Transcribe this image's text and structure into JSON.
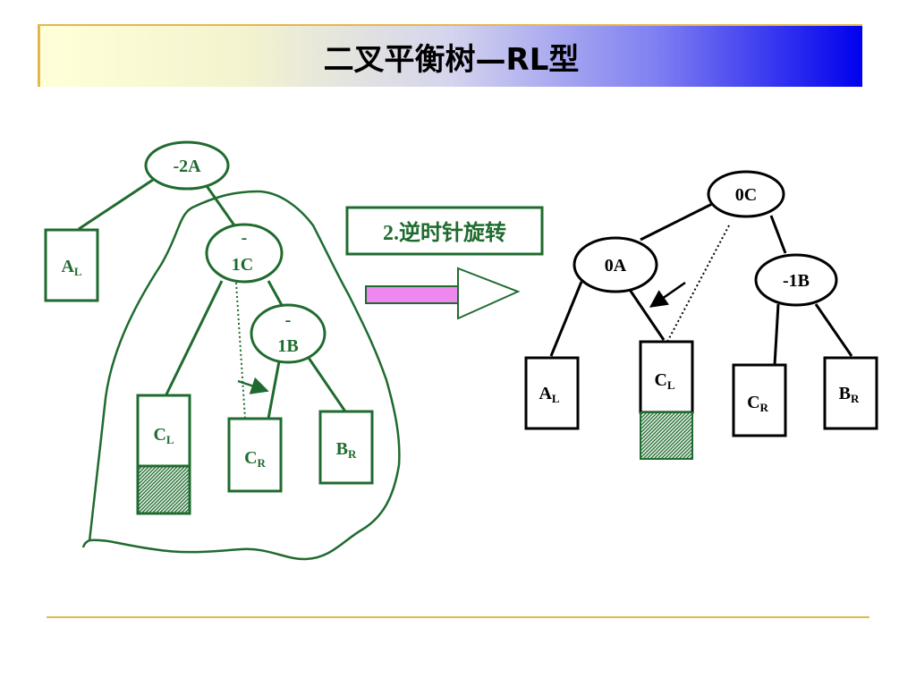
{
  "title": "二叉平衡树—RL型",
  "rotation_label": "2.逆时针旋转",
  "colors": {
    "green": "#1f6b2f",
    "black": "#000000",
    "arrow_fill": "#ee88ee"
  },
  "left_tree": {
    "node_a": "-2A",
    "node_c_line1": "-",
    "node_c_line2": "1C",
    "node_b_line1": "-",
    "node_b_line2": "1B",
    "box_al_main": "A",
    "box_al_sub": "L",
    "box_cl_main": "C",
    "box_cl_sub": "L",
    "box_cr_main": "C",
    "box_cr_sub": "R",
    "box_br_main": "B",
    "box_br_sub": "R"
  },
  "right_tree": {
    "node_c": "0C",
    "node_a": "0A",
    "node_b": "-1B",
    "box_al_main": "A",
    "box_al_sub": "L",
    "box_cl_main": "C",
    "box_cl_sub": "L",
    "box_cr_main": "C",
    "box_cr_sub": "R",
    "box_br_main": "B",
    "box_br_sub": "R"
  }
}
